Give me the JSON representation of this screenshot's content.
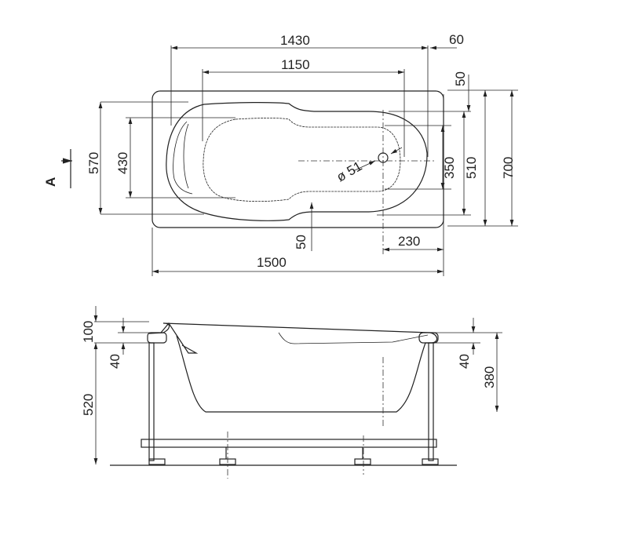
{
  "top_view": {
    "dimensions": {
      "overall_length": "1430",
      "rim_offset": "60",
      "inner_length": "1150",
      "top_margin": "50",
      "outer_width_left": "570",
      "inner_width_left": "430",
      "inner_width_right": "350",
      "mid_width_right": "510",
      "overall_width": "700",
      "drain_diameter": "ø 51",
      "bottom_margin": "50",
      "drain_offset": "230",
      "total_length": "1500"
    },
    "section_marker": "A"
  },
  "side_view": {
    "dimensions": {
      "headrest_height": "100",
      "rim_left": "40",
      "total_height": "520",
      "rim_right": "40",
      "depth": "380"
    }
  }
}
